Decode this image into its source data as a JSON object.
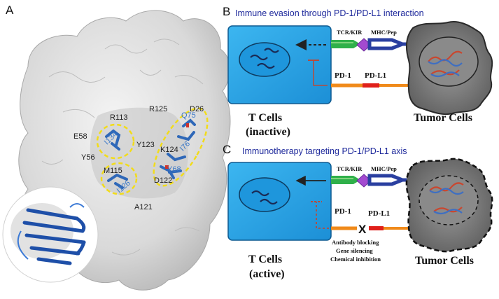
{
  "panel_a": {
    "letter": "A",
    "residues": {
      "r113": "R113",
      "r125": "R125",
      "d26": "D26",
      "q75": "Q75",
      "e58": "E58",
      "i134": "I134",
      "y123": "Y123",
      "i76": "I76",
      "k124": "K124",
      "y56": "Y56",
      "m115": "M115",
      "y68": "Y68",
      "d122": "D122",
      "i126": "I126",
      "a121": "A121"
    }
  },
  "panel_b": {
    "letter": "B",
    "title": "Immune evasion through PD-1/PD-L1 interaction",
    "tcr_label": "TCR/KIR",
    "mhc_label": "MHC/Pep",
    "pd1_label": "PD-1",
    "pdl1_label": "PD-L1",
    "tcell_line1": "T Cells",
    "tcell_line2": "(inactive)",
    "tumor_label": "Tumor Cells"
  },
  "panel_c": {
    "letter": "C",
    "title": "Immunotherapy targeting PD-1/PD-L1 axis",
    "tcr_label": "TCR/KIR",
    "mhc_label": "MHC/Pep",
    "pd1_label": "PD-1",
    "pdl1_label": "PD-L1",
    "block_x": "X",
    "block_line1": "Antibody blocking",
    "block_line2": "Gene silencing",
    "block_line3": "Chemical inhibition",
    "tcell_line1": "T Cells",
    "tcell_line2": "(active)",
    "tumor_label": "Tumor Cells"
  },
  "colors": {
    "title_blue": "#1f2a9c",
    "cell_blue": "#2aa8e8",
    "tumor_gray": "#7a7a7a",
    "pd1_orange": "#f08a1a",
    "pdl1_red": "#e0201a",
    "residue_blue": "#3a78c8",
    "ellipse_yellow": "#f2dc1a"
  }
}
